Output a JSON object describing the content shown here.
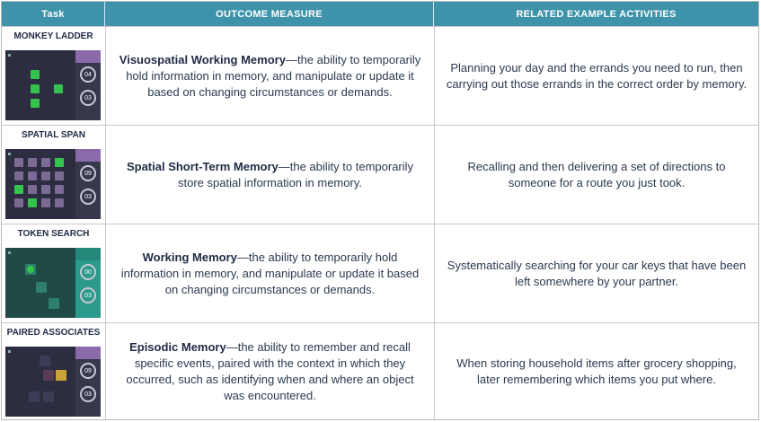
{
  "header": {
    "task": "Task",
    "outcome": "OUTCOME MEASURE",
    "activities": "RELATED EXAMPLE ACTIVITIES"
  },
  "rows": [
    {
      "task": "MONKEY LADDER",
      "term": "Visuospatial Working Memory",
      "desc": "—the ability to temporarily hold information in memory, and manipulate or update it based on changing circumstances or demands.",
      "activity": "Planning your day and the errands you need to run, then carrying out those errands in the correct order by memory.",
      "thumb": {
        "n1": "04",
        "n2": "03"
      }
    },
    {
      "task": "SPATIAL SPAN",
      "term": "Spatial Short-Term Memory",
      "desc": "—the ability to temporarily store spatial information in memory.",
      "activity": "Recalling and then delivering a set of directions to someone for a route you just took.",
      "thumb": {
        "n1": "09",
        "n2": "03"
      }
    },
    {
      "task": "TOKEN SEARCH",
      "term": "Working Memory",
      "desc": "—the ability to temporarily hold information in memory, and manipulate or update it based on changing circumstances or demands.",
      "activity": "Systematically searching for your car keys that have been left somewhere by your partner.",
      "thumb": {
        "n1": "00",
        "n2": "03"
      }
    },
    {
      "task": "PAIRED ASSOCIATES",
      "term": "Episodic Memory",
      "desc": "—the ability to remember and recall specific events, paired with the context in which they occurred, such as identifying when and where an object was encountered.",
      "activity": "When storing household items after grocery shopping, later remembering which items you put where.",
      "thumb": {
        "n1": "09",
        "n2": "03"
      }
    }
  ],
  "colors": {
    "header_bg": "#3e93ab",
    "text": "#2a3a4f",
    "accent_green": "#34c44c",
    "accent_purple": "#8a6aa8",
    "accent_teal": "#2b9a8a"
  }
}
